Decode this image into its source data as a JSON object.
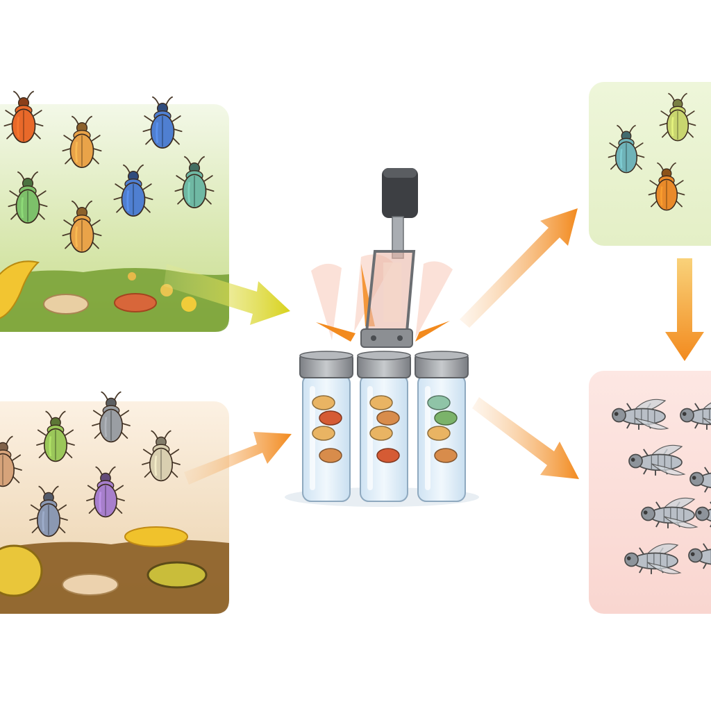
{
  "colors": {
    "background": "#ffffff",
    "panel_top_left_top": "#f2f7e6",
    "panel_top_left_bottom": "#c9dd8f",
    "panel_bottom_left_top": "#fbefe0",
    "panel_bottom_left_bottom": "#ecd2ad",
    "panel_top_right": "#eef5d8",
    "panel_bottom_right": "#fbe2df",
    "arrow_orange": "#f28a1e",
    "arrow_yellow": "#d8d21c",
    "grass": "#6f9a2a",
    "soil": "#8a5d24",
    "glass": "#dcebf7",
    "cap": "#8c8f93"
  },
  "panels": [
    {
      "id": "top-left",
      "label": "colorful-beetle-population"
    },
    {
      "id": "bottom-left",
      "label": "colorful-fly-population"
    },
    {
      "id": "top-right",
      "label": "colored-survivors"
    },
    {
      "id": "bottom-right",
      "label": "gray-flies-result"
    }
  ],
  "bugs": {
    "top_left": [
      {
        "color": "#e8692a"
      },
      {
        "color": "#e9a349"
      },
      {
        "color": "#4f7fd1"
      },
      {
        "color": "#7dc06a"
      },
      {
        "color": "#4f7fd1"
      },
      {
        "color": "#6fb8a3"
      },
      {
        "color": "#e9a349"
      }
    ],
    "bottom_left": [
      {
        "color": "#9bc75a"
      },
      {
        "color": "#9a9ea3"
      },
      {
        "color": "#d9cfb0"
      },
      {
        "color": "#8b98b2"
      },
      {
        "color": "#a77fcc"
      },
      {
        "color": "#d6a37a"
      }
    ],
    "top_right": [
      {
        "color": "#6fb3b8"
      },
      {
        "color": "#c9d66f"
      },
      {
        "color": "#e98a2a"
      }
    ],
    "bottom_right_count": 8
  },
  "vials": [
    {
      "contents": [
        "#e9b463",
        "#d55b34",
        "#e9b463",
        "#d88c4b"
      ]
    },
    {
      "contents": [
        "#e9b463",
        "#d88c4b",
        "#e9b463",
        "#d55b34"
      ]
    },
    {
      "contents": [
        "#8fc4a7",
        "#7bb36a",
        "#e9b463",
        "#d88c4b"
      ]
    }
  ]
}
